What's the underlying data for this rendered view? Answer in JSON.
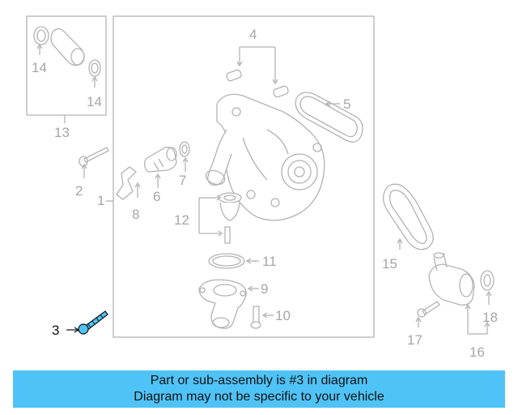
{
  "callouts": {
    "c1": "1",
    "c2": "2",
    "c3": "3",
    "c4": "4",
    "c5": "5",
    "c6": "6",
    "c7": "7",
    "c8": "8",
    "c9": "9",
    "c10": "10",
    "c11": "11",
    "c12": "12",
    "c13": "13",
    "c14a": "14",
    "c14b": "14",
    "c15": "15",
    "c16": "16",
    "c17": "17",
    "c18": "18"
  },
  "highlight": {
    "part_number": "3",
    "color": "#4fc3f7"
  },
  "banner": {
    "line1": "Part or sub-assembly is #3 in diagram",
    "line2": "Diagram may not be specific to your vehicle"
  }
}
